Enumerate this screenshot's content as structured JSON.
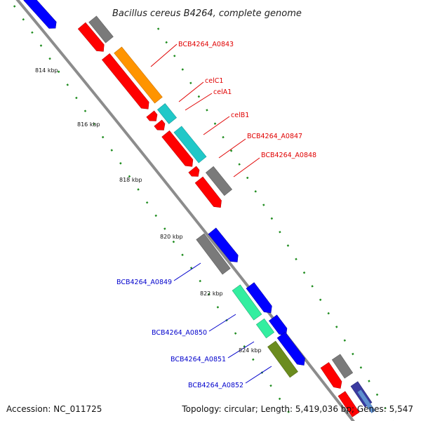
{
  "title": "Bacillus cereus B4264, complete genome",
  "footer": {
    "accession": "Accession: NC_011725",
    "info": "Topology: circular; Length: 5,419,036 bp; Genes: 5,547"
  },
  "colors": {
    "backbone": "#8c8c8c",
    "tick_dots": "#1e8c1e",
    "label_red": "#e00000",
    "label_blue": "#0000cc"
  },
  "ticks": [
    "814 kbp",
    "816 kbp",
    "818 kbp",
    "820 kbp",
    "822 kbp",
    "824 kbp"
  ],
  "gene_labels": [
    {
      "text": "BCB4264_A0843",
      "color": "red"
    },
    {
      "text": "celC1",
      "color": "red"
    },
    {
      "text": "celA1",
      "color": "red"
    },
    {
      "text": "celB1",
      "color": "red"
    },
    {
      "text": "BCB4264_A0847",
      "color": "red"
    },
    {
      "text": "BCB4264_A0848",
      "color": "red"
    },
    {
      "text": "BCB4264_A0849",
      "color": "blue"
    },
    {
      "text": "BCB4264_A0850",
      "color": "blue"
    },
    {
      "text": "BCB4264_A0851",
      "color": "blue"
    },
    {
      "text": "BCB4264_A0852",
      "color": "blue"
    }
  ]
}
